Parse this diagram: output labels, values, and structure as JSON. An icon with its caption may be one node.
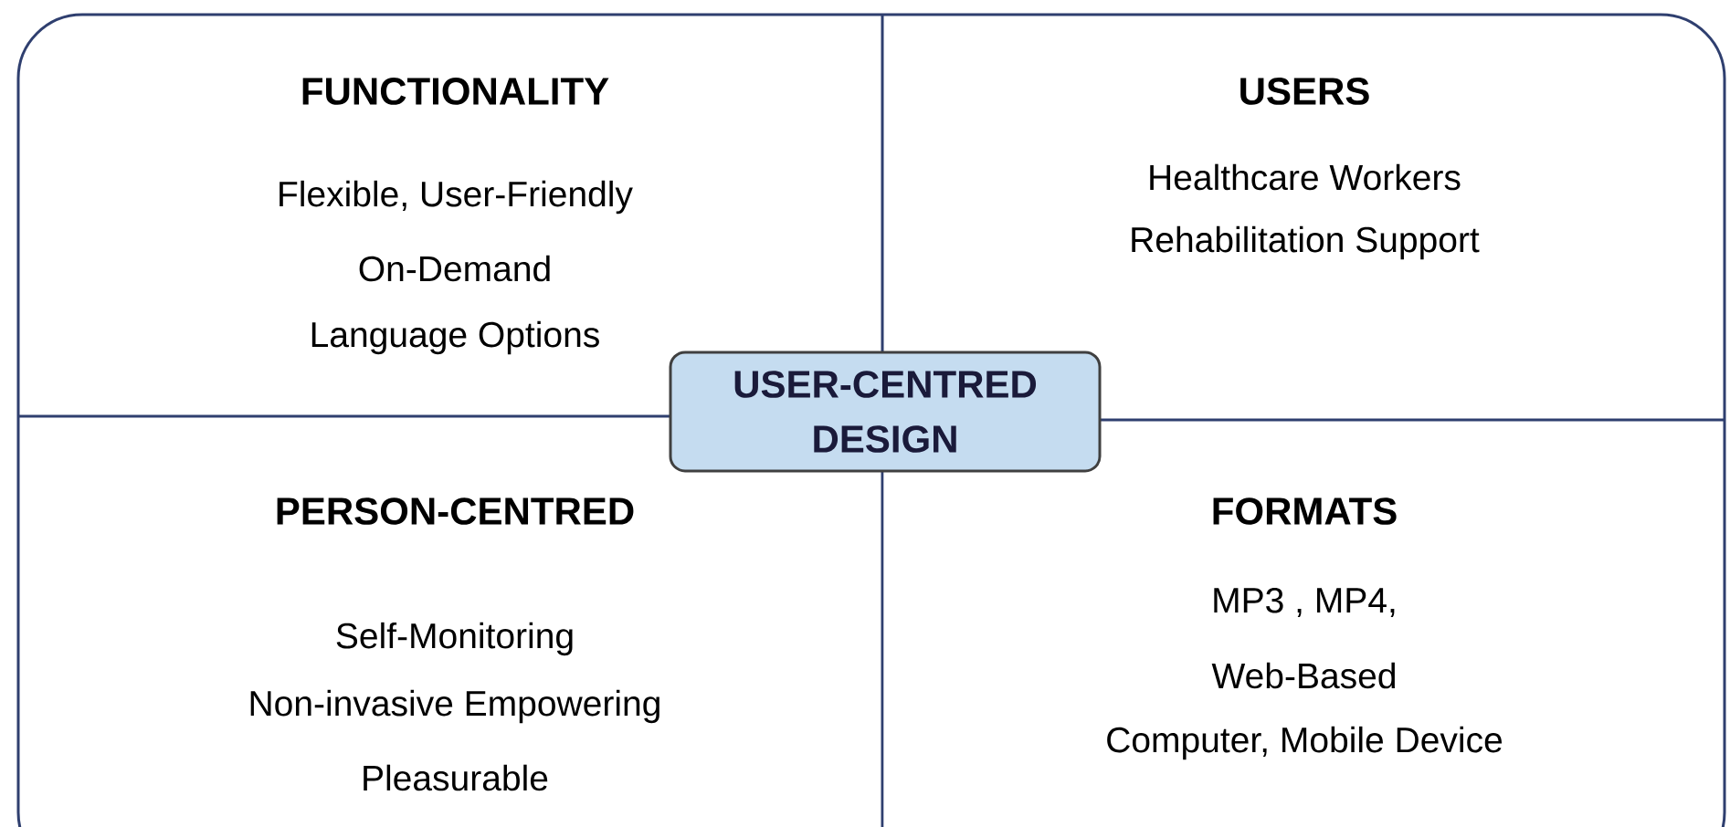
{
  "diagram": {
    "nodes": [
      {
        "text": [
          "FUNCTIONALITY",
          "Flexible, User-Friendly",
          "On-Demand",
          "Language Options"
        ]
      },
      {
        "text": [
          "USERS",
          "Healthcare Workers",
          "Rehabilitation Support"
        ]
      },
      {
        "text": [
          "PERSON-CENTRED",
          "Self-Monitoring",
          "Non-invasive Empowering",
          "Pleasurable"
        ]
      },
      {
        "text": [
          "FORMATS",
          "MP3 , MP4,",
          "Web-Based",
          "Computer, Mobile Device"
        ]
      },
      {
        "text": [
          "USER-CENTRED DESIGN"
        ]
      }
    ]
  }
}
